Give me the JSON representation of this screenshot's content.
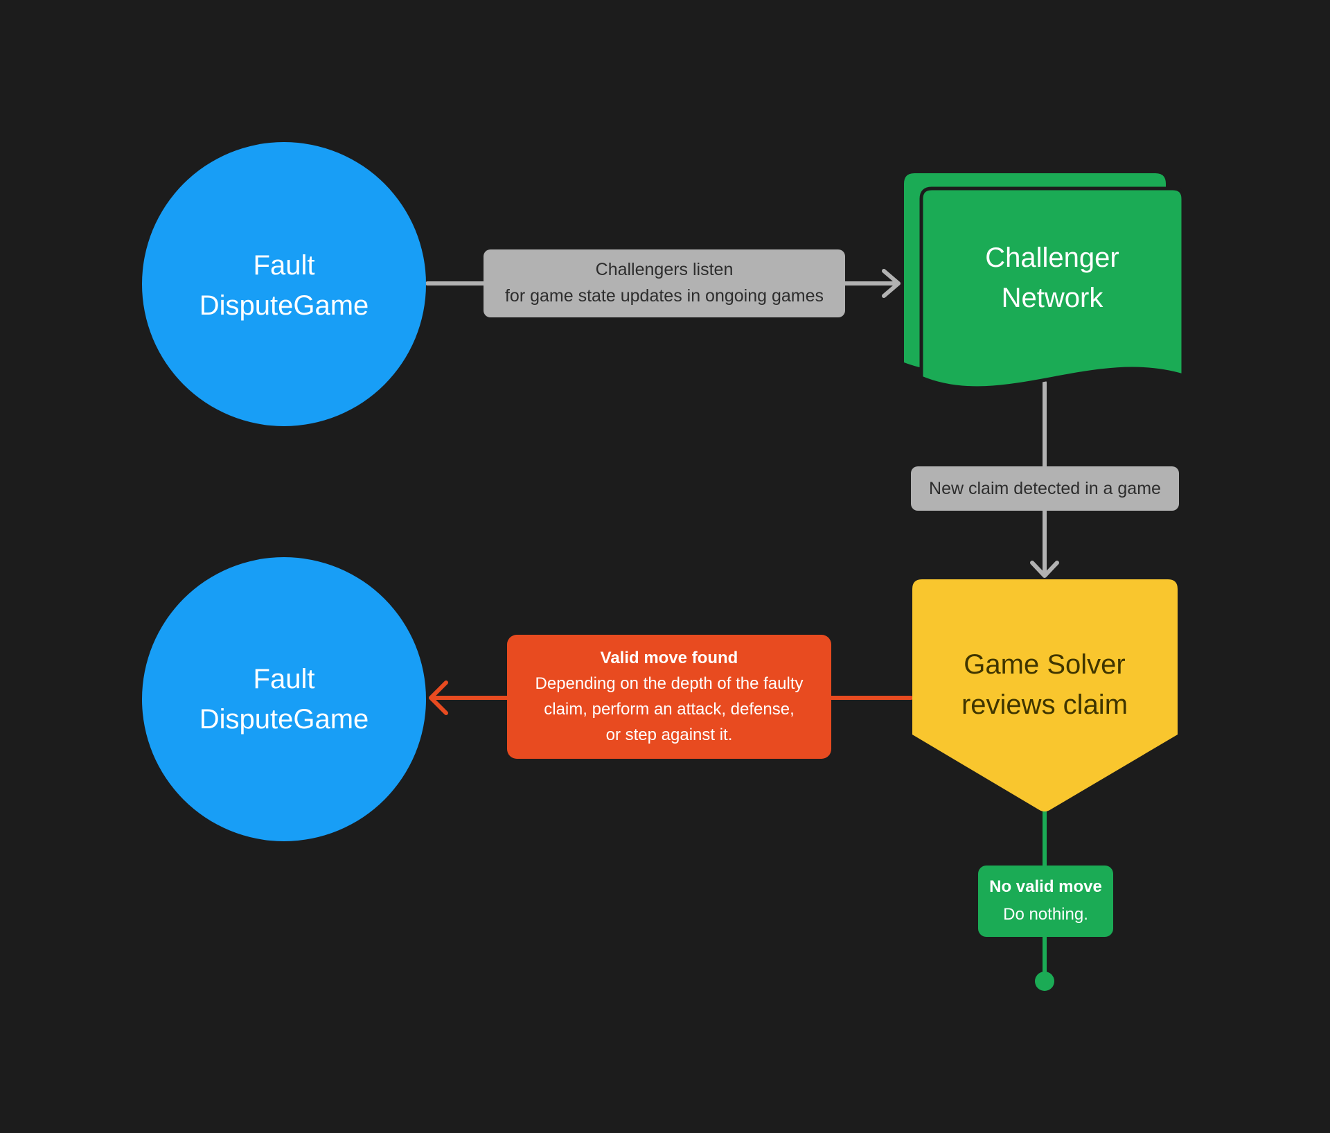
{
  "colors": {
    "background": "#1C1C1C",
    "blue": "#189EF6",
    "green": "#1BAB55",
    "yellow": "#F9C62E",
    "red": "#E84B20",
    "connector": "#B2B2B2",
    "label-bg": "#B2B2B2",
    "label-text": "#2D2D2D",
    "node-text-dark": "#3F3500",
    "white": "#FFFFFF"
  },
  "nodes": {
    "fault_top": {
      "line1": "Fault",
      "line2": "DisputeGame"
    },
    "challenger_network": {
      "line1": "Challenger",
      "line2": "Network"
    },
    "game_solver": {
      "line1": "Game Solver",
      "line2": "reviews claim"
    },
    "fault_bottom": {
      "line1": "Fault",
      "line2": "DisputeGame"
    }
  },
  "labels": {
    "listen": {
      "line1": "Challengers listen",
      "line2": "for game state updates in ongoing games"
    },
    "new_claim": {
      "text": "New claim detected in a game"
    },
    "valid_move": {
      "title": "Valid move found",
      "line1": "Depending on the depth of the faulty",
      "line2": "claim, perform an attack, defense,",
      "line3": "or step against it."
    },
    "no_valid_move": {
      "title": "No valid move",
      "line1": "Do nothing."
    }
  }
}
